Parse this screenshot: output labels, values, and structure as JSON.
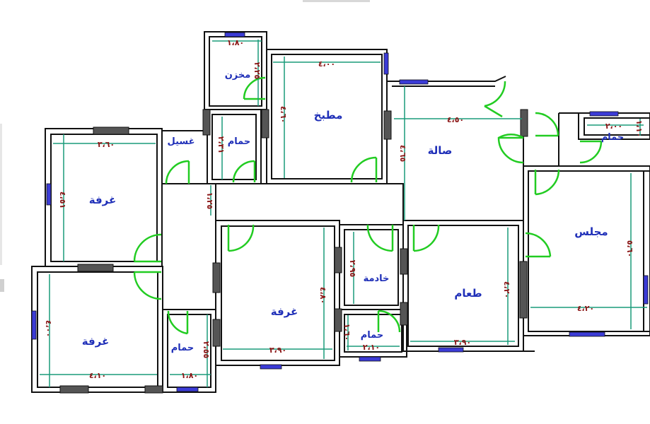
{
  "rooms": {
    "storage": "مخزن",
    "kitchen": "مطبخ",
    "hall": "صالة",
    "laundry": "غسيل",
    "bath_top": "حمام",
    "bath_right_top": "حمام",
    "bedroom_left_top": "غرفة",
    "bedroom_left_bottom": "غرفة",
    "bedroom_center": "غرفة",
    "maid": "خادمة",
    "bath_maid": "حمام",
    "dining": "طعام",
    "majlis": "مجلس",
    "bath_bottom": "حمام"
  },
  "dims": {
    "storage_w": "١،٨٠",
    "storage_h": "٢،٢٥",
    "kitchen_w": "٤،٠٠",
    "kitchen_h": "٤،٦٠",
    "hall_w": "٤،٥٠",
    "hall_h": "٤،٦٥",
    "bath_top_h": "٢،٣١",
    "corridor_w": "١،٢٥",
    "bed_lt_w": "٣،٦٠",
    "bed_lt_h": "٤،٥١",
    "bed_lb_w": "٤،١٠",
    "bed_lb_h": "٤،٠٠",
    "bath_bottom_w": "١،٨٠",
    "bath_bottom_h": "٢،٥٥",
    "bed_c_w": "٣،٩٠",
    "bed_c_h": "٤،٨٠",
    "maid_h": "٢،٩٥",
    "bath_maid_w": "٢،١٠",
    "bath_maid_h": "١،٦٠",
    "dining_w": "٣،٩٠",
    "dining_h": "٤،٢٠",
    "majlis_w": "٤،٢٠",
    "majlis_h": "٥،٦٠",
    "bath_rt_w": "٢،٠٠",
    "bath_rt_h": "١،١٠"
  },
  "colors": {
    "room_label": "#1f2fb8",
    "dimension_text": "#8a1414",
    "dimension_line": "#1a9b7a",
    "door": "#22cc22",
    "window": "#3b3bd6",
    "wall": "#111111"
  }
}
